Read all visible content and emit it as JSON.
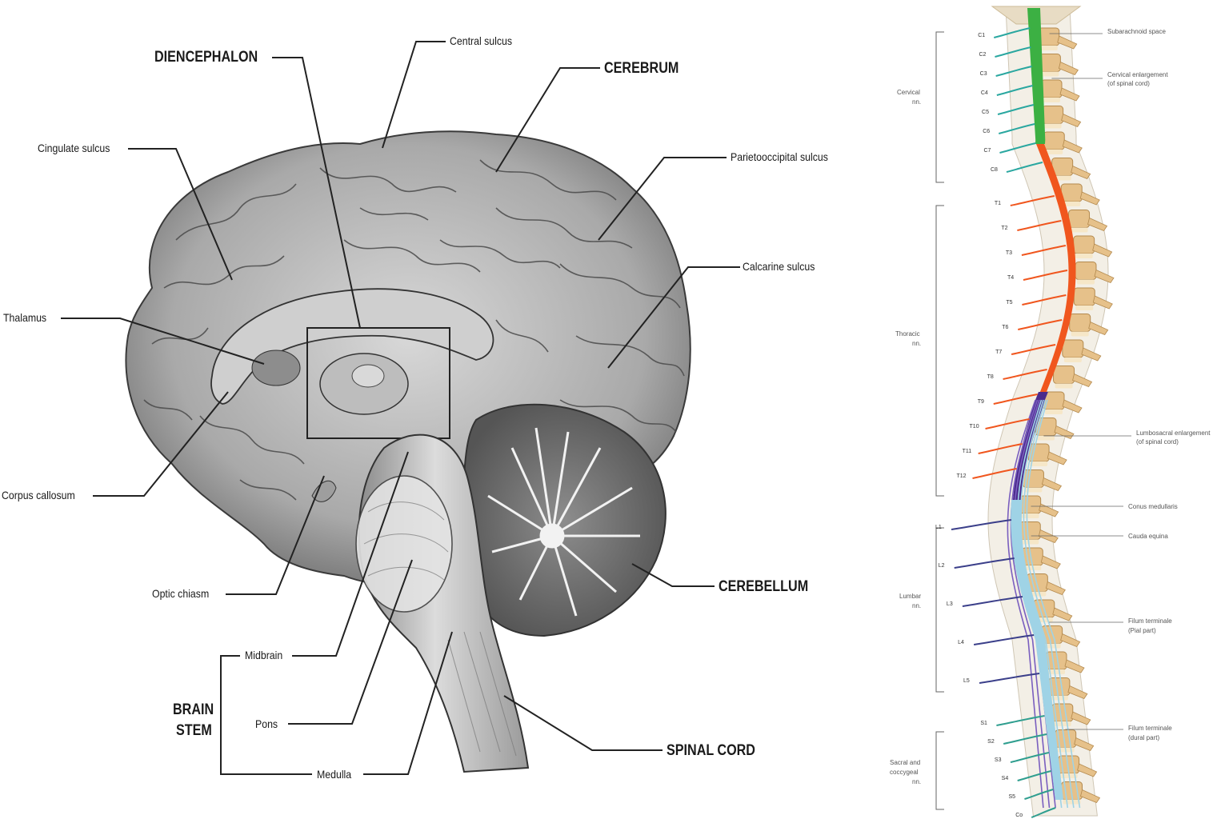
{
  "brain": {
    "labels": {
      "diencephalon": "DIENCEPHALON",
      "central_sulcus": "Central sulcus",
      "cerebrum": "CEREBRUM",
      "cingulate_sulcus": "Cingulate sulcus",
      "parietooccipital_sulcus": "Parietooccipital sulcus",
      "calcarine_sulcus": "Calcarine sulcus",
      "thalamus": "Thalamus",
      "corpus_callosum": "Corpus callosum",
      "cerebellum": "CEREBELLUM",
      "optic_chiasm": "Optic chiasm",
      "midbrain": "Midbrain",
      "brain_stem_1": "BRAIN",
      "brain_stem_2": "STEM",
      "pons": "Pons",
      "medulla": "Medulla",
      "spinal_cord": "SPINAL CORD"
    }
  },
  "spine": {
    "colors": {
      "cervical_cord": "#3cb043",
      "thoracic_cord": "#f0561e",
      "lumbar_enlargement": "#4b2a8c",
      "cauda_equina": "#9fd3e6",
      "vertebra": "#e6c18a",
      "disc": "#f6e7c8",
      "sacral_nerve": "#2f9e8f",
      "lumbar_nerve": "#3b3f8a"
    },
    "cervical_nerves": [
      "C1",
      "C2",
      "C3",
      "C4",
      "C5",
      "C6",
      "C7",
      "C8"
    ],
    "thoracic_nerves": [
      "T1",
      "T2",
      "T3",
      "T4",
      "T5",
      "T6",
      "T7",
      "T8",
      "T9",
      "T10",
      "T11",
      "T12"
    ],
    "lumbar_nerves": [
      "L1",
      "L2",
      "L3",
      "L4",
      "L5"
    ],
    "sacral_nerves": [
      "S1",
      "S2",
      "S3",
      "S4",
      "S5",
      "Co"
    ],
    "groups": {
      "cervical": [
        "Cervical",
        "nn."
      ],
      "thoracic": [
        "Thoracic",
        "nn."
      ],
      "lumbar": [
        "Lumbar",
        "nn."
      ],
      "sacral": [
        "Sacral and",
        "coccygeal",
        "nn."
      ]
    },
    "right_labels": {
      "subarachnoid": "Subarachnoid space",
      "cervical_enl_1": "Cervical enlargement",
      "cervical_enl_2": "(of spinal cord)",
      "lumbosacral_enl_1": "Lumbosacral enlargement",
      "lumbosacral_enl_2": "(of spinal cord)",
      "conus": "Conus medullaris",
      "cauda": "Cauda equina",
      "filum_pial_1": "Filum terminale",
      "filum_pial_2": "(Pial part)",
      "filum_dural_1": "Filum terminale",
      "filum_dural_2": "(dural part)"
    }
  }
}
